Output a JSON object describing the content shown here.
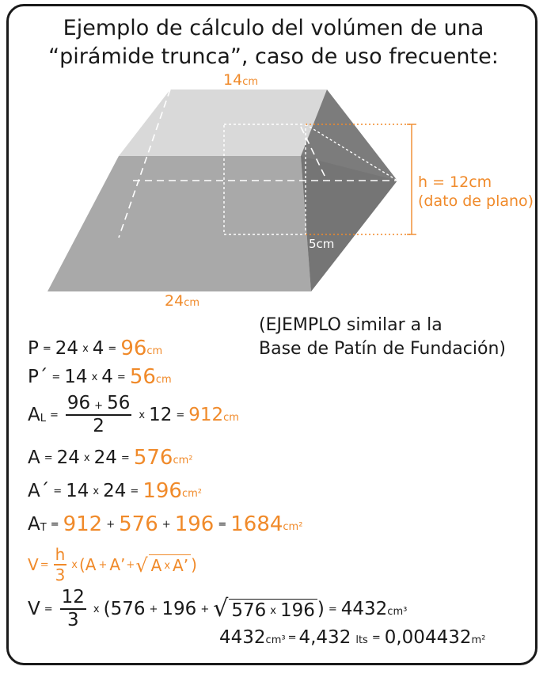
{
  "title": {
    "line1": "Ejemplo de cálculo del volúmen de una",
    "line2": "“pirámide trunca”, caso de uso frecuente:"
  },
  "colors": {
    "accent": "#f08a2a",
    "text": "#1a1a1a",
    "border": "#1a1a1a"
  },
  "diagram": {
    "top_value": "14",
    "top_unit": "cm",
    "base_value": "24",
    "base_unit": "cm",
    "inner_label": "5cm",
    "height_label": "h = 12cm",
    "height_note": "(dato de plano)"
  },
  "note": {
    "line1": "(EJEMPLO similar a la",
    "line2": "Base de Patín de Fundación)"
  },
  "formulas": {
    "p": {
      "lhs": "P",
      "eq": "=",
      "a": "24",
      "x": "x",
      "b": "4",
      "eq2": "=",
      "res": "96",
      "unit": "cm"
    },
    "p2": {
      "lhs": "P´",
      "eq": "=",
      "a": "14",
      "x": "x",
      "b": "4",
      "eq2": "=",
      "res": "56",
      "unit": "cm"
    },
    "al": {
      "lhs": "A",
      "sub": "L",
      "eq": "=",
      "num_a": "96",
      "plus": "+",
      "num_b": "56",
      "den": "2",
      "x": "x",
      "mul": "12",
      "eq2": "=",
      "res": "912",
      "unit": "cm"
    },
    "a": {
      "lhs": "A",
      "eq": "=",
      "a": "24",
      "x": "x",
      "b": "24",
      "eq2": "=",
      "res": "576",
      "unit": "cm²"
    },
    "a2": {
      "lhs": "A´",
      "eq": "=",
      "a": "14",
      "x": "x",
      "b": "24",
      "eq2": "=",
      "res": "196",
      "unit": "cm²"
    },
    "at": {
      "lhs": "A",
      "sub": "T",
      "eq": "=",
      "a": "912",
      "p1": "+",
      "b": "576",
      "p2": "+",
      "c": "196",
      "eq2": "=",
      "res": "1684",
      "unit": "cm²"
    },
    "v_general": {
      "lhs": "V",
      "eq": "=",
      "num": "h",
      "den": "3",
      "x": "x",
      "open": "(A",
      "p1": "+",
      "b": "A’",
      "p2": "+",
      "root": "A",
      "rx": "x",
      "root_b": "A’",
      "close": ")"
    },
    "v_calc": {
      "lhs": "V",
      "eq": "=",
      "num": "12",
      "den": "3",
      "x": "x",
      "open": "(576",
      "p1": "+",
      "b": "196",
      "p2": "+",
      "root_a": "576",
      "rx": "x",
      "root_b": "196",
      "close": ")",
      "eq2": "=",
      "res": "4432",
      "unit": "cm³"
    },
    "conv": {
      "a": "4432",
      "a_unit": "cm³",
      "eq": "=",
      "b": "4,432",
      "b_unit": "lts",
      "eq2": "=",
      "c": "0,004432",
      "c_unit": "m²"
    }
  }
}
